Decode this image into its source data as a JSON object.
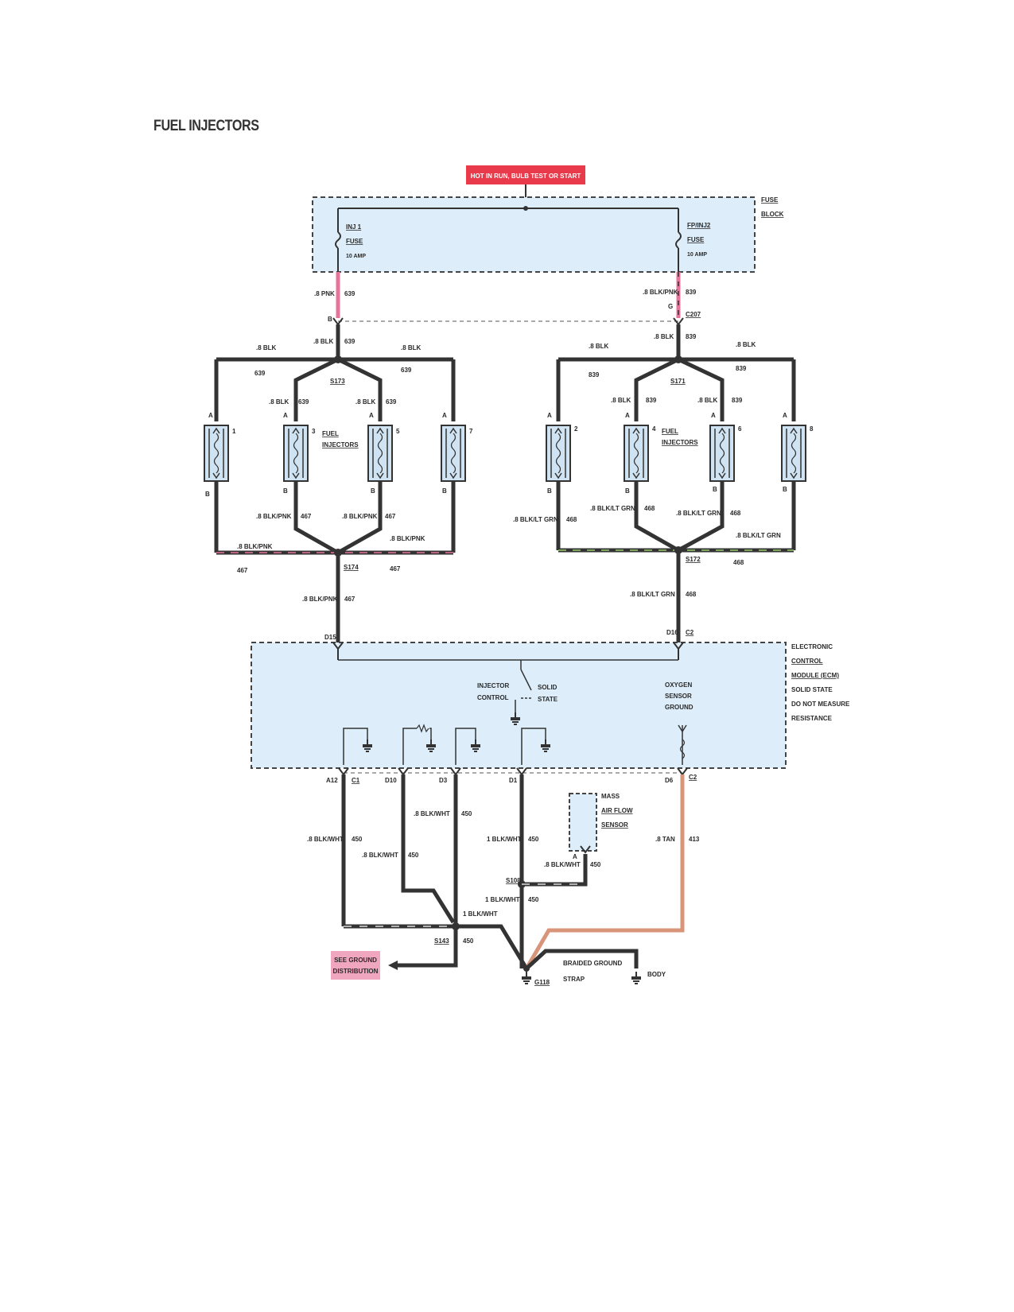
{
  "title": "FUEL INJECTORS",
  "hot_label": "HOT IN RUN, BULB TEST OR START",
  "fuse_block": {
    "label_1": "FUSE",
    "label_2": "BLOCK",
    "fuse_left": {
      "name": "INJ 1",
      "sub": "FUSE",
      "rating": "10 AMP"
    },
    "fuse_right": {
      "name": "FP/INJ2",
      "sub": "FUSE",
      "rating": "10 AMP"
    }
  },
  "wires": {
    "pnk_639": ".8 PNK",
    "c639": "639",
    "blkpnk_839": ".8 BLK/PNK",
    "c839": "839",
    "blk": ".8 BLK",
    "blkpnk": ".8 BLK/PNK",
    "c467": "467",
    "blkltgrn": ".8 BLK/LT GRN",
    "c468": "468",
    "blkwht": ".8 BLK/WHT",
    "blkwht1": "1 BLK/WHT",
    "c450": "450",
    "tan": ".8 TAN",
    "c413": "413"
  },
  "connectors": {
    "b": "B",
    "g": "G",
    "c207": "C207",
    "d15": "D15",
    "d16": "D16",
    "c2": "C2",
    "a12": "A12",
    "c1": "C1",
    "d10": "D10",
    "d3": "D3",
    "d1": "D1",
    "d6": "D6",
    "pin_a": "A",
    "pin_b": "B"
  },
  "splices": {
    "s173": "S173",
    "s171": "S171",
    "s174": "S174",
    "s172": "S172",
    "s108": "S108",
    "s143": "S143",
    "g118": "G118"
  },
  "injectors": {
    "n1": "1",
    "n2": "2",
    "n3": "3",
    "n4": "4",
    "n5": "5",
    "n6": "6",
    "n7": "7",
    "n8": "8",
    "label_1": "FUEL",
    "label_2": "INJECTORS"
  },
  "ecm": {
    "l1": "ELECTRONIC",
    "l2": "CONTROL",
    "l3": "MODULE (ECM)",
    "l4": "SOLID STATE",
    "l5": "DO NOT MEASURE",
    "l6": "RESISTANCE",
    "inj_ctrl_1": "INJECTOR",
    "inj_ctrl_2": "CONTROL",
    "solid_1": "SOLID",
    "solid_2": "STATE",
    "o2_1": "OXYGEN",
    "o2_2": "SENSOR",
    "o2_3": "GROUND"
  },
  "maf": {
    "l1": "MASS",
    "l2": "AIR FLOW",
    "l3": "SENSOR",
    "pin": "A"
  },
  "ground": {
    "see_1": "SEE GROUND",
    "see_2": "DISTRIBUTION",
    "braided_1": "BRAIDED GROUND",
    "braided_2": "STRAP",
    "body": "BODY"
  },
  "colors": {
    "pink_wire": "#e8739a",
    "tan_wire": "#d9957a",
    "hot_bg": "#e83a4a",
    "box_fill": "#ddeefa",
    "wire": "#333333",
    "see_bg": "#f0a6bf"
  }
}
